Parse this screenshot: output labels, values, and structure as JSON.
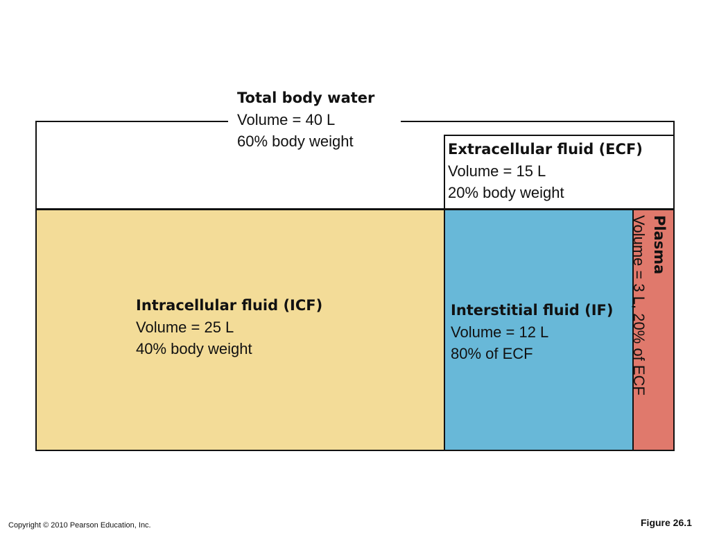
{
  "total": {
    "title": "Total body water",
    "volume": "Volume = 40 L",
    "weight": "60% body weight"
  },
  "ecf": {
    "title": "Extracellular fluid (ECF)",
    "volume": "Volume = 15 L",
    "weight": "20% body weight"
  },
  "icf": {
    "title": "Intracellular fluid (ICF)",
    "volume": "Volume = 25 L",
    "weight": "40% body weight",
    "color": "#f3dc98"
  },
  "interstitial": {
    "title": "Interstitial fluid (IF)",
    "volume": "Volume = 12 L",
    "share": "80% of ECF",
    "color": "#68b8d8"
  },
  "plasma": {
    "title": "Plasma",
    "detail": "Volume = 3 L, 20% of ECF",
    "color": "#e0796c"
  },
  "footer": {
    "copyright": "Copyright © 2010 Pearson Education, Inc.",
    "figure": "Figure 26.1"
  }
}
